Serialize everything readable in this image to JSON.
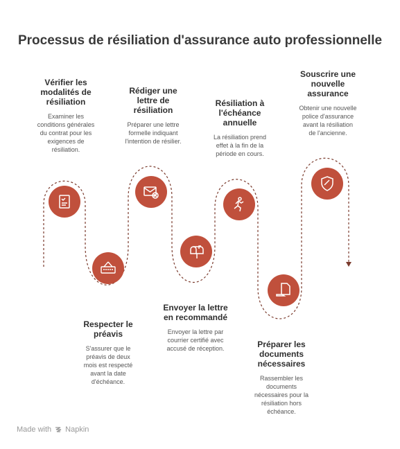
{
  "title": "Processus de résiliation d'assurance auto professionnelle",
  "steps": [
    {
      "title": "Vérifier les\nmodalités de\nrésiliation",
      "desc": "Examiner les\nconditions générales\ndu contrat pour les\nexigences de\nrésiliation.",
      "icon": "document-checklist-icon"
    },
    {
      "title": "Respecter le\npréavis",
      "desc": "S'assurer que le\npréavis de deux\nmois est respecté\navant la date\nd'échéance.",
      "icon": "close-sign-icon"
    },
    {
      "title": "Rédiger une\nlettre de\nrésiliation",
      "desc": "Préparer une lettre\nformelle indiquant\nl'intention de résilier.",
      "icon": "envelope-cancel-icon"
    },
    {
      "title": "Envoyer la lettre\nen recommandé",
      "desc": "Envoyer la lettre par\ncourrier certifié avec\naccusé de réception.",
      "icon": "mailbox-icon"
    },
    {
      "title": "Résiliation à\nl'échéance\nannuelle",
      "desc": "La résiliation prend\neffet à la fin de la\npériode en cours.",
      "icon": "runner-exit-icon"
    },
    {
      "title": "Préparer les\ndocuments\nnécessaires",
      "desc": "Rassembler les\ndocuments\nnécessaires pour la\nrésiliation hors\néchéance.",
      "icon": "document-hand-icon"
    },
    {
      "title": "Souscrire une\nnouvelle\nassurance",
      "desc": "Obtenir une nouvelle\npolice d'assurance\navant la résiliation\nde l'ancienne.",
      "icon": "shield-icon"
    }
  ],
  "footer": {
    "made_with": "Made with",
    "brand": "Napkin"
  },
  "colors": {
    "accent": "#c0503c",
    "line": "#7a3a2c"
  }
}
